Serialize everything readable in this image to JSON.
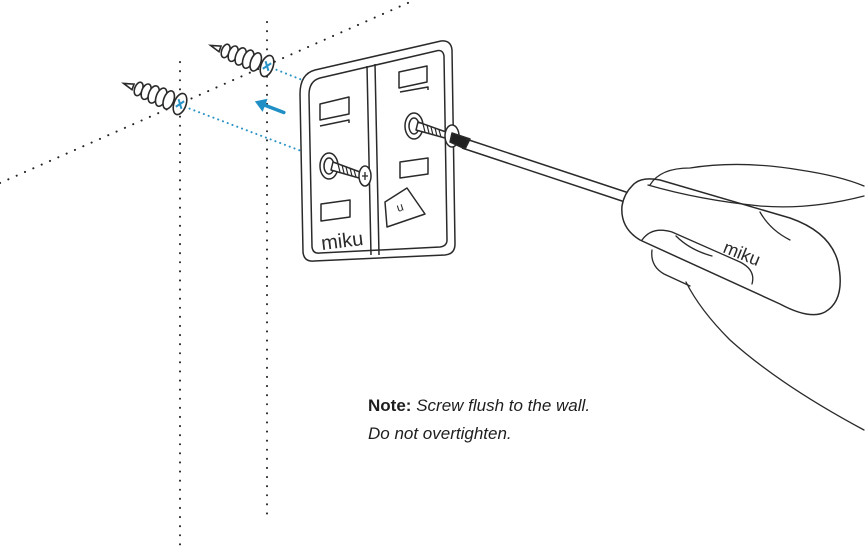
{
  "illustration": {
    "plate_brand": "miku",
    "handle_brand": "miku",
    "plate_badge_letter": "u",
    "colors": {
      "outline": "#2a2a2a",
      "guide_dots": "#222222",
      "screw_path": "#2a93c7",
      "arrow": "#1f8fc6",
      "screw_head_mark": "#2a93c7"
    },
    "icons": [
      "screw-icon",
      "screw-icon",
      "direction-arrow-icon",
      "mounting-plate-icon",
      "screwdriver-icon",
      "hand-icon"
    ]
  },
  "note": {
    "label": "Note:",
    "line1": "Screw flush to the wall.",
    "line2": "Do not overtighten."
  }
}
